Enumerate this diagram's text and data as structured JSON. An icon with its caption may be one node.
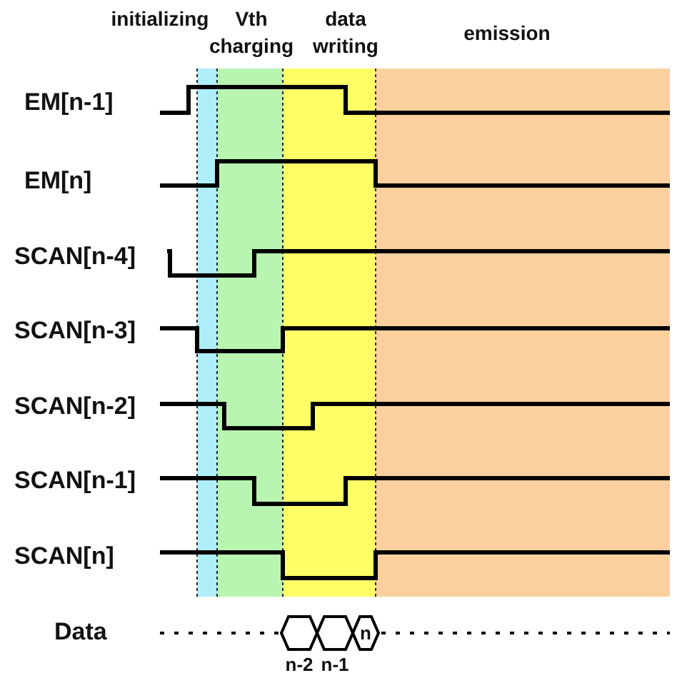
{
  "diagram": {
    "nodes": [
      {
        "text": [
          "initializing"
        ]
      },
      {
        "text": [
          "Vth charging"
        ]
      },
      {
        "text": [
          "data writing"
        ]
      },
      {
        "text": [
          "emission"
        ]
      },
      {
        "text": [
          "n-2"
        ]
      },
      {
        "text": [
          "n-1"
        ]
      },
      {
        "text": [
          "n"
        ]
      }
    ],
    "labels": [
      "EM[n-1]",
      "EM[n]",
      "SCAN[n-4]",
      "SCAN[n-3]",
      "SCAN[n-2]",
      "SCAN[n-1]",
      "SCAN[n]",
      "Data"
    ]
  }
}
